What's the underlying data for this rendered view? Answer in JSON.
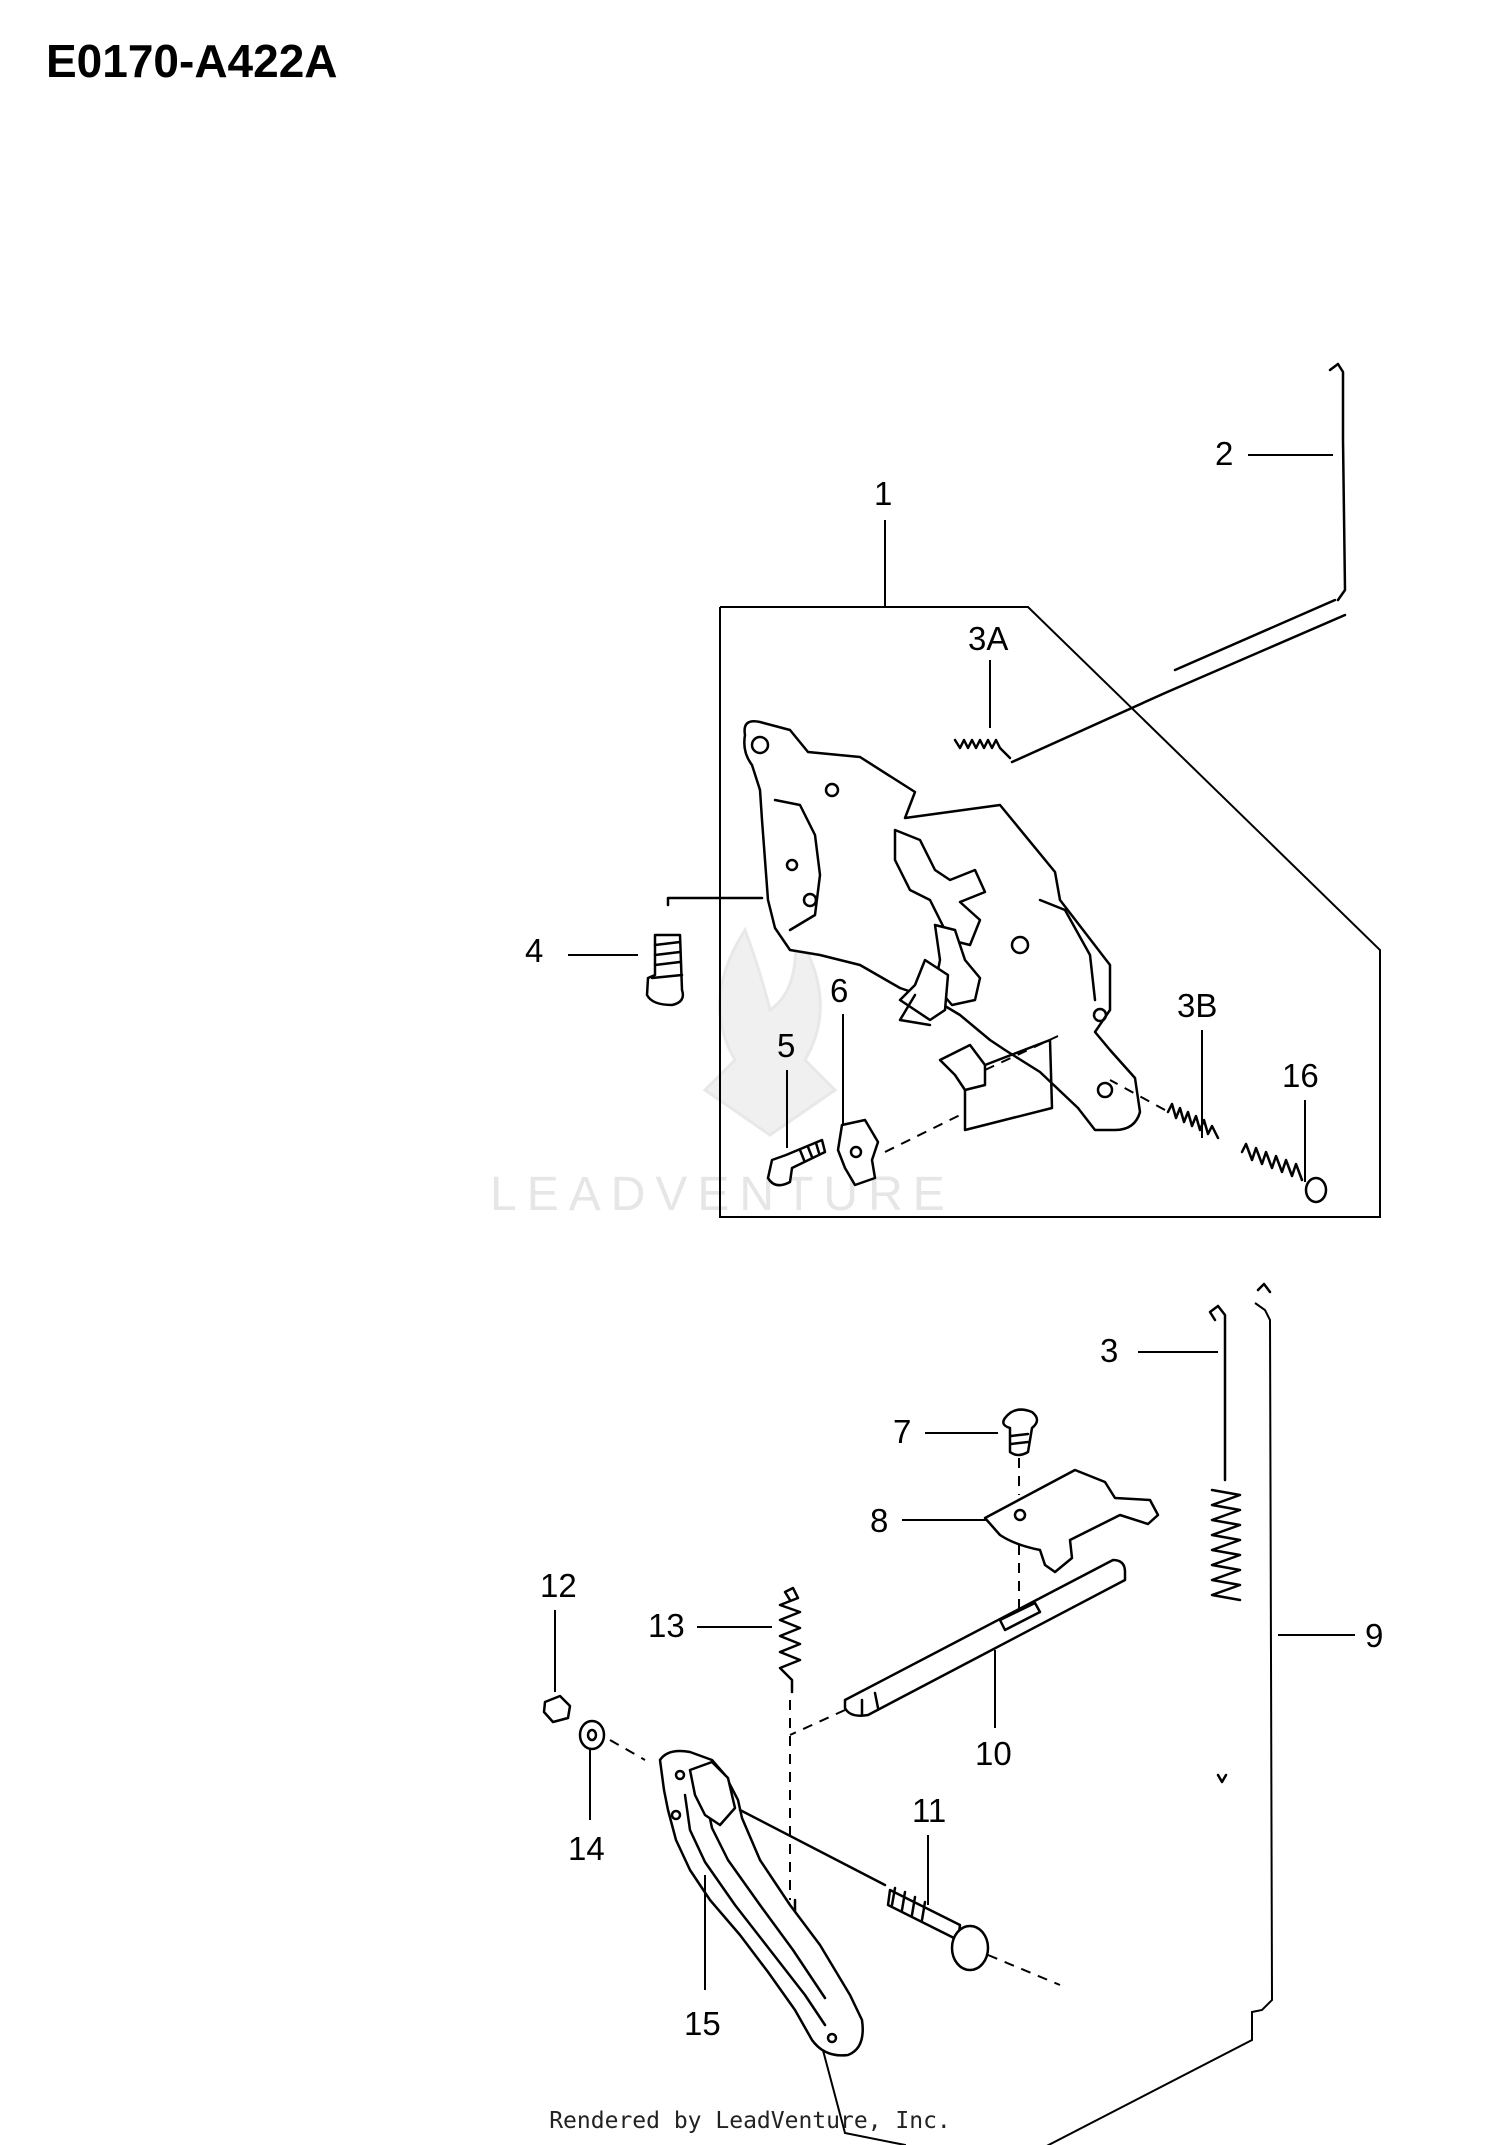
{
  "title": "E0170-A422A",
  "footer": "Rendered by LeadVenture, Inc.",
  "watermark": "LEADVENTURE",
  "callouts": {
    "c1": "1",
    "c2": "2",
    "c3A": "3A",
    "c3B": "3B",
    "c4": "4",
    "c5": "5",
    "c6": "6",
    "c16": "16",
    "c3": "3",
    "c7": "7",
    "c8": "8",
    "c9": "9",
    "c10": "10",
    "c11": "11",
    "c12": "12",
    "c13": "13",
    "c14": "14",
    "c15": "15"
  }
}
